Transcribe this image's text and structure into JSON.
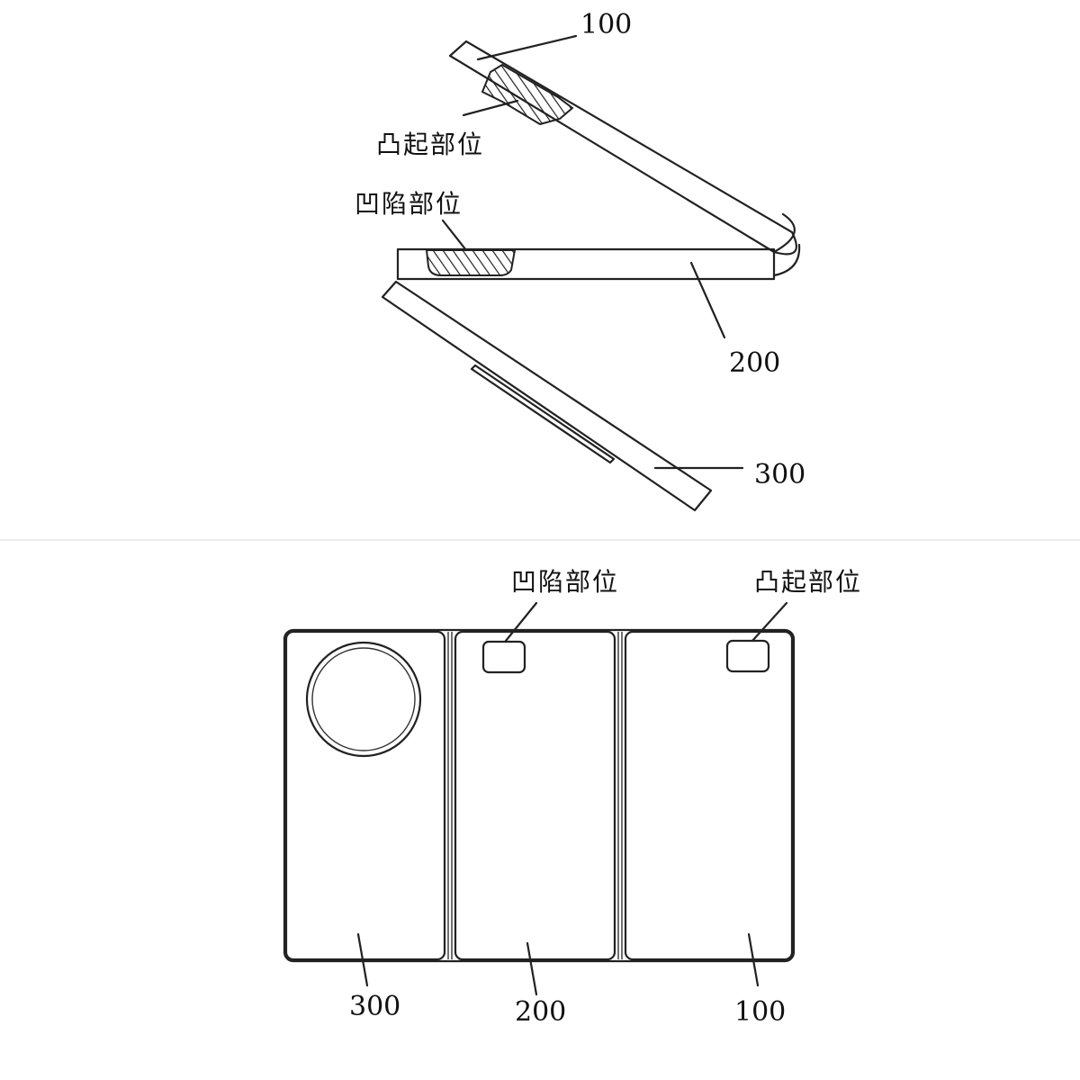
{
  "top_figure": {
    "labels": {
      "panel_100": "100",
      "panel_200": "200",
      "panel_300": "300",
      "protrusion": "凸起部位",
      "recess": "凹陷部位"
    }
  },
  "bottom_figure": {
    "labels": {
      "recess": "凹陷部位",
      "protrusion": "凸起部位",
      "panel_300": "300",
      "panel_200": "200",
      "panel_100": "100"
    }
  }
}
